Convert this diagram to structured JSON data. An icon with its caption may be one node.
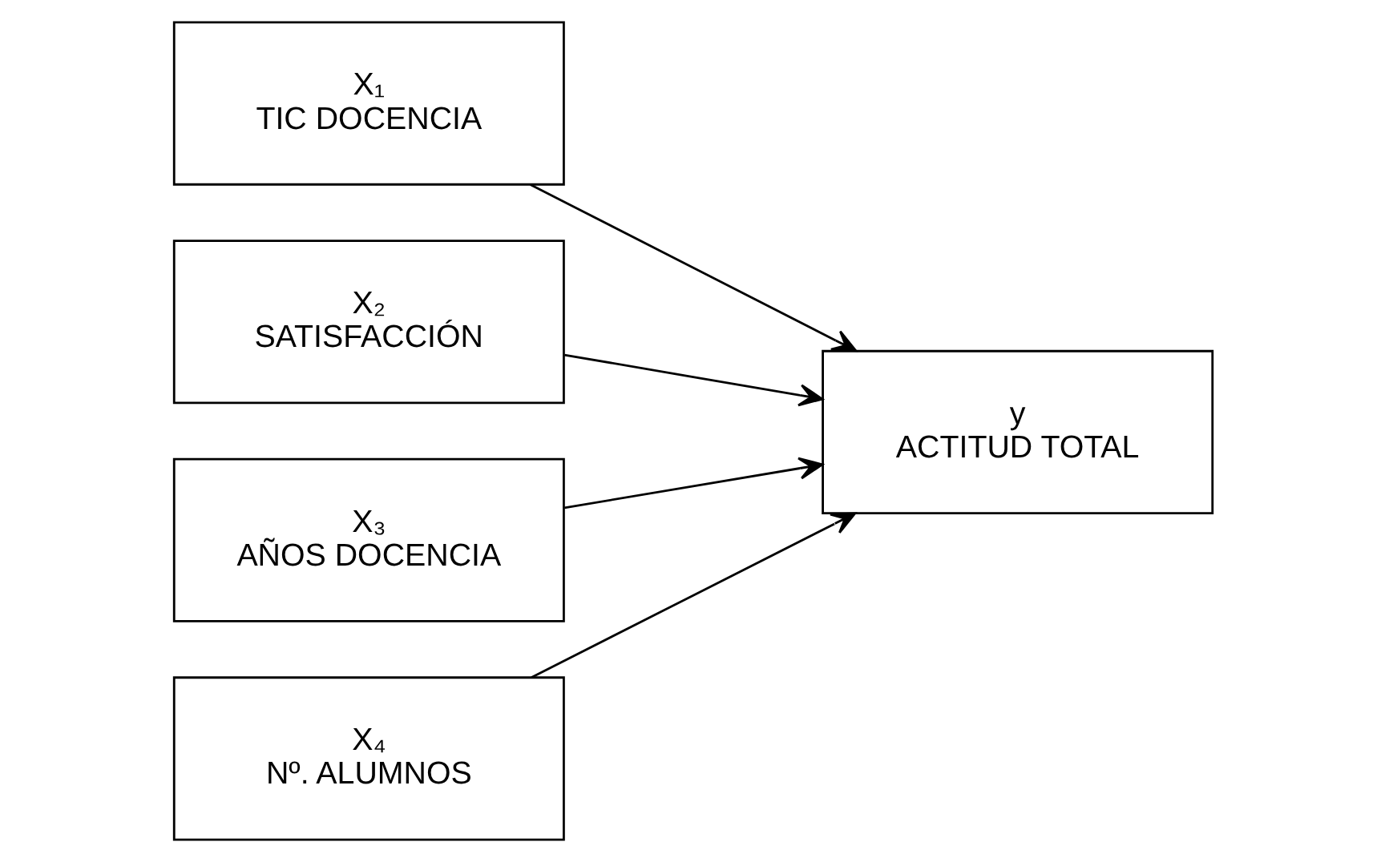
{
  "diagram": {
    "nodes": [
      {
        "text": [
          "X₁",
          "TIC DOCENCIA"
        ]
      },
      {
        "text": [
          "X₂",
          "SATISFACCIÓN"
        ]
      },
      {
        "text": [
          "X₃",
          "AÑOS DOCENCIA"
        ]
      },
      {
        "text": [
          "X₄",
          "Nº. ALUMNOS"
        ]
      },
      {
        "text": [
          "y",
          "ACTITUD TOTAL"
        ]
      }
    ],
    "edges": [
      {
        "from": 0,
        "to": 4,
        "arrow": "to"
      },
      {
        "from": 1,
        "to": 4,
        "arrow": "to"
      },
      {
        "from": 2,
        "to": 4,
        "arrow": "to"
      },
      {
        "from": 3,
        "to": 4,
        "arrow": "to"
      }
    ]
  }
}
